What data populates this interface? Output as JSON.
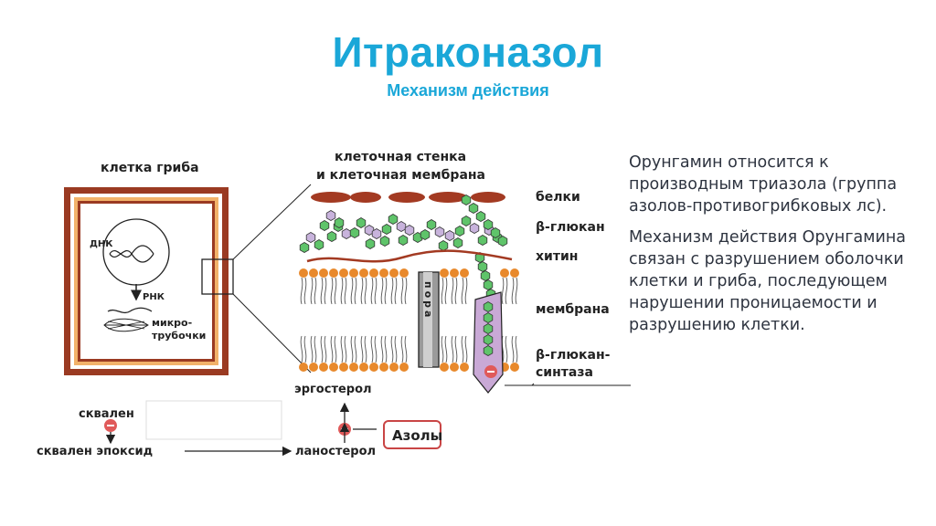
{
  "header": {
    "title": "Итраконазол",
    "subtitle": "Механизм действия"
  },
  "diagram": {
    "cell_label": "клетка гриба",
    "dna_label": "ДНК",
    "rna_label": "РНК",
    "microtubules_line1": "микро-",
    "microtubules_line2": "трубочки",
    "wall_label_line1": "клеточная стенка",
    "wall_label_line2": "и клеточная мембрана",
    "proteins_label": "белки",
    "glucan_label": "β-глюкан",
    "chitin_label": "хитин",
    "membrane_label": "мембрана",
    "synthase_label_line1": "β-глюкан-",
    "synthase_label_line2": "синтаза",
    "pore_label": "пора",
    "ergosterol_label": "эргостерол",
    "squalene_label": "сквален",
    "squalene_epoxide_label": "сквален эпоксид",
    "lanosterol_label": "ланостерол",
    "azoles_label": "Азолы",
    "inhibit_symbol": "−"
  },
  "sidebar": {
    "paragraph1": "Орунгамин относится к производным триазола (группа азолов-противогрибковых лс).",
    "paragraph2": "Механизм действия Орунгамина связан с разрушением оболочки клетки и гриба, последующем нарушении проницаемости и разрушению клетки."
  },
  "colors": {
    "title": "#1aa7d8",
    "cell_wall": "#9a3a22",
    "cell_inner": "#f2b26a",
    "protein": "#a33a22",
    "glucan": "#5fc46a",
    "chitin_hex": "#c8b3dc",
    "lipid_head": "#e8892c",
    "synthase": "#c9a9d6",
    "inhibitor": "#e05a5a"
  }
}
